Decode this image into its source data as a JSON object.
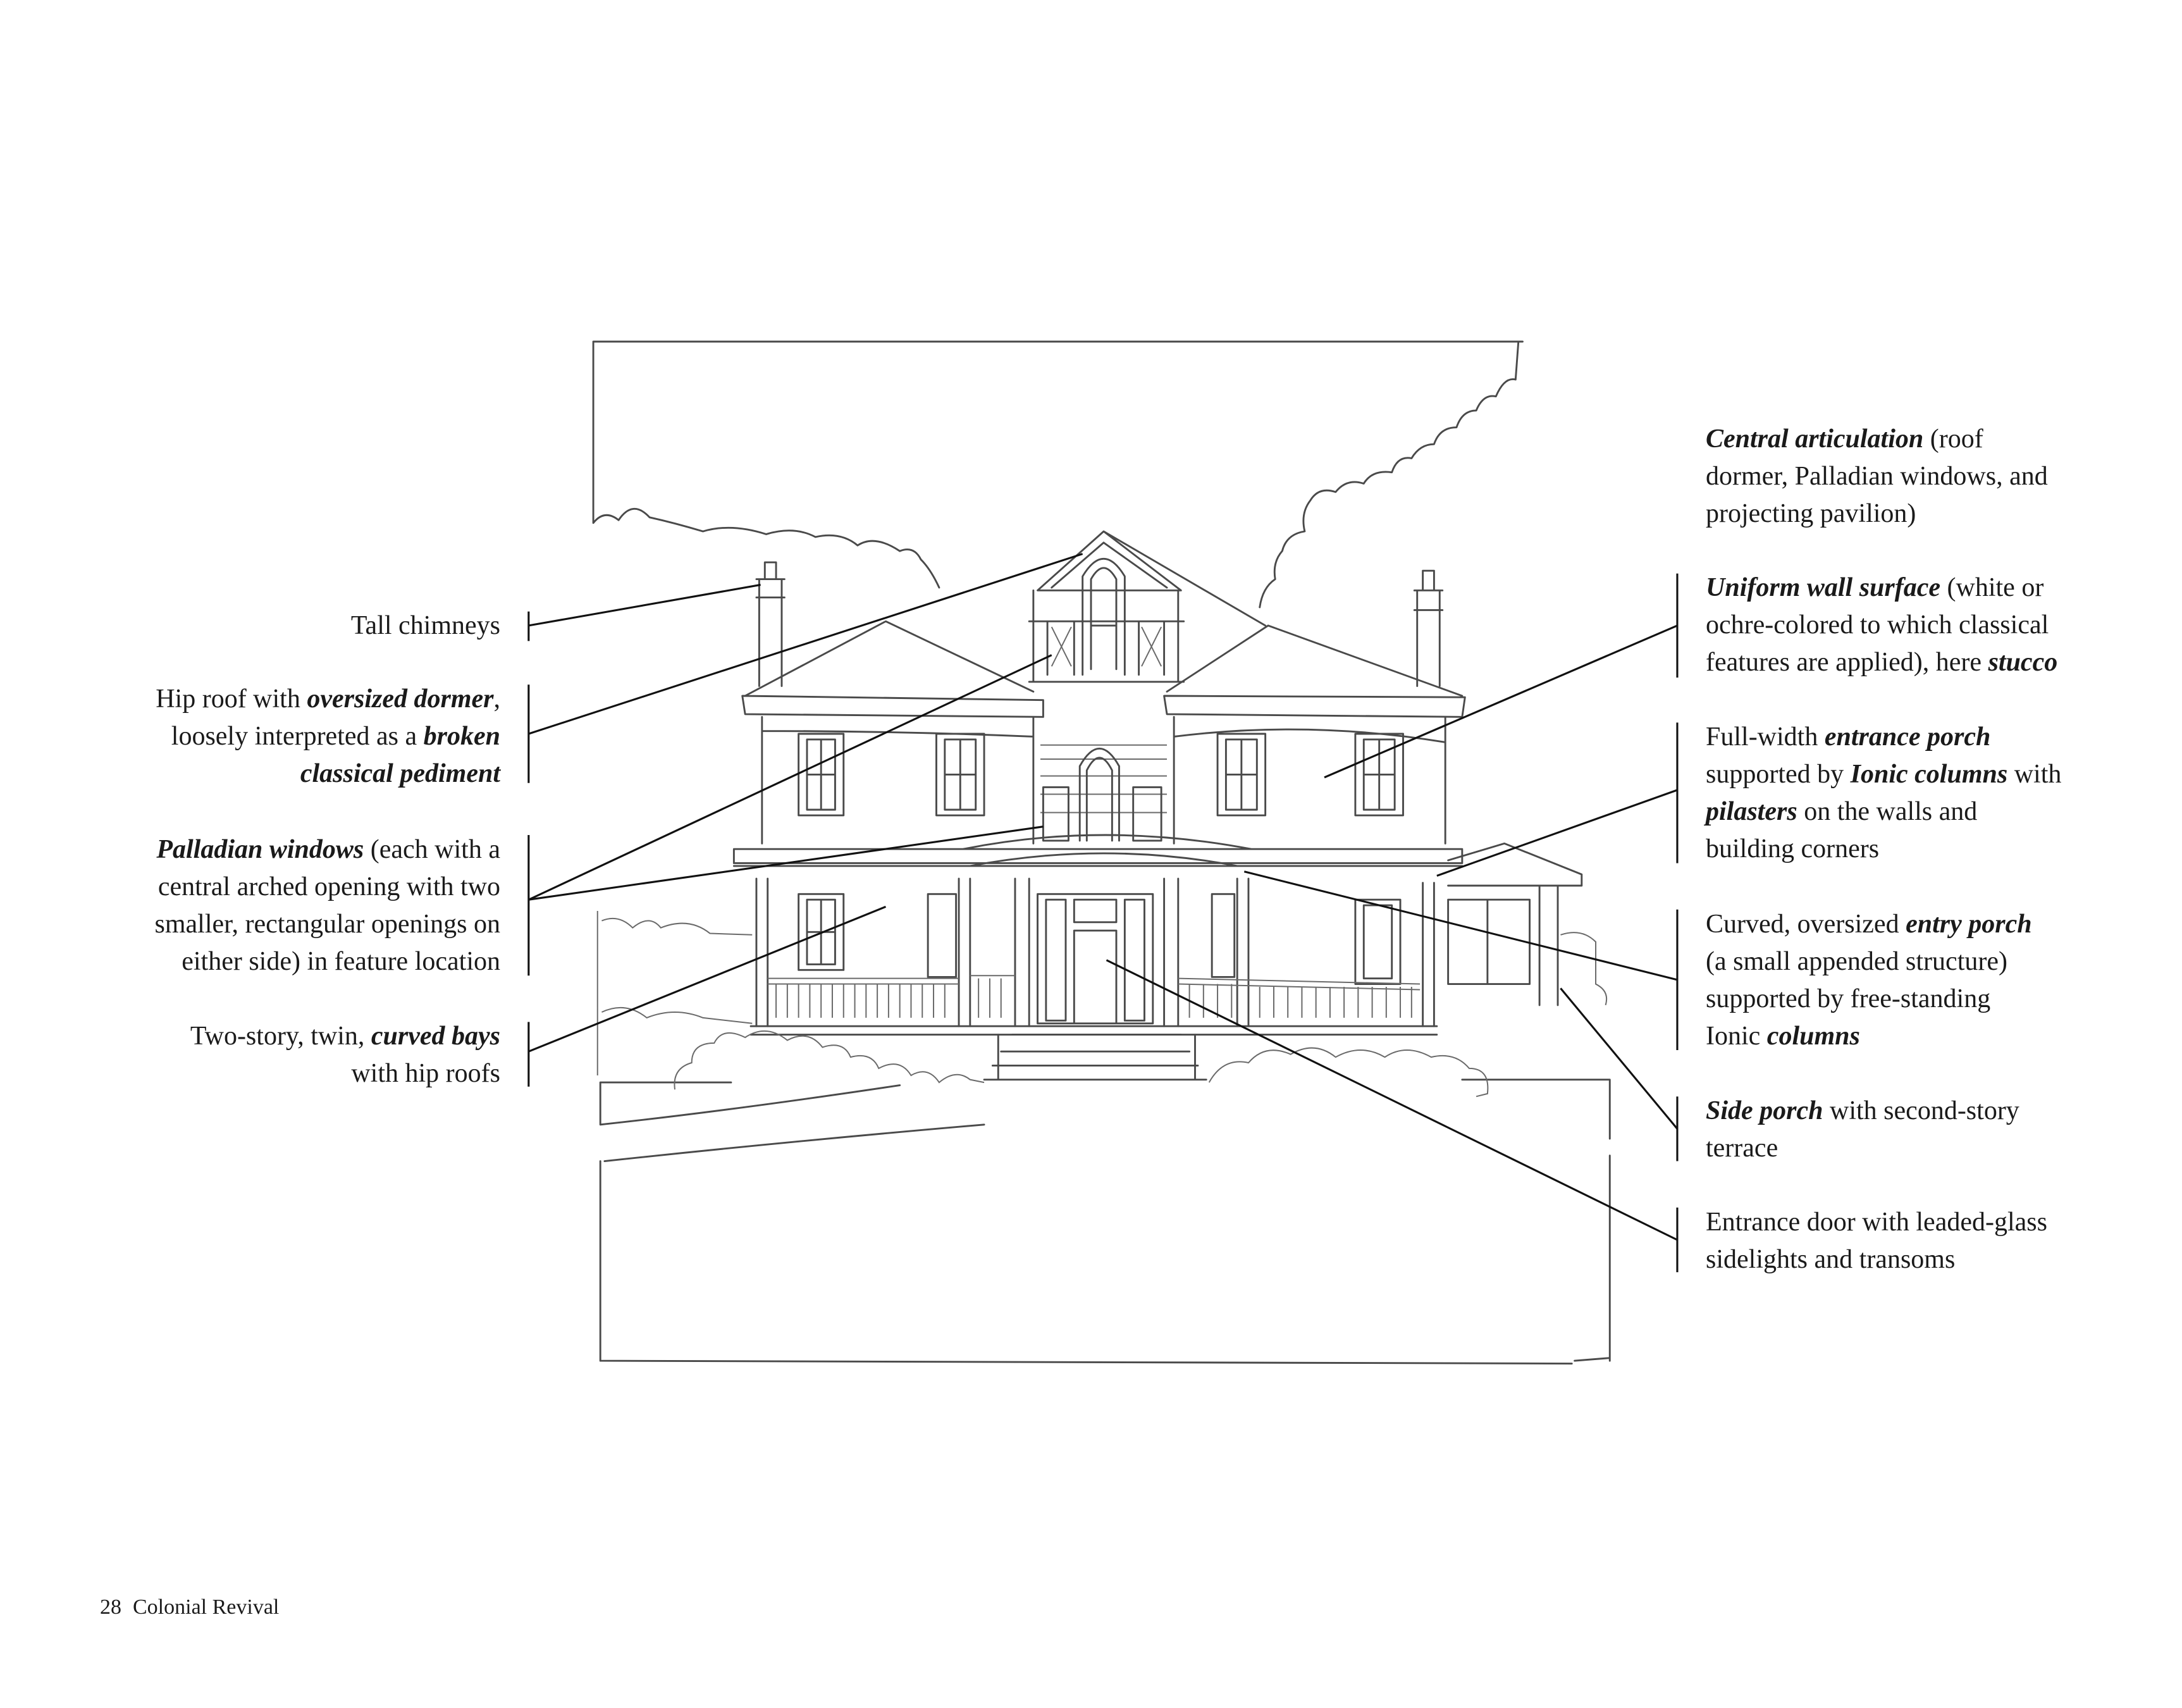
{
  "labels": {
    "left": [
      {
        "lines": [
          [
            {
              "text": "Tall chimneys"
            }
          ]
        ]
      },
      {
        "lines": [
          [
            {
              "text": "Hip roof with "
            },
            {
              "text": "oversized dormer",
              "em": true
            },
            {
              "text": ","
            }
          ],
          [
            {
              "text": "loosely interpreted as a "
            },
            {
              "text": "broken",
              "em": true
            }
          ],
          [
            {
              "text": "classical pediment",
              "em": true
            }
          ]
        ]
      },
      {
        "lines": [
          [
            {
              "text": "Palladian windows",
              "em": true
            },
            {
              "text": " (each with a"
            }
          ],
          [
            {
              "text": "central arched opening with two"
            }
          ],
          [
            {
              "text": "smaller, rectangular openings on"
            }
          ],
          [
            {
              "text": "either side) in feature location"
            }
          ]
        ]
      },
      {
        "lines": [
          [
            {
              "text": "Two-story, twin, "
            },
            {
              "text": "curved bays",
              "em": true
            }
          ],
          [
            {
              "text": "with hip roofs"
            }
          ]
        ]
      }
    ],
    "right": [
      {
        "lines": [
          [
            {
              "text": "Central articulation",
              "em": true
            },
            {
              "text": " (roof"
            }
          ],
          [
            {
              "text": "dormer, Palladian windows, and"
            }
          ],
          [
            {
              "text": "projecting pavilion)"
            }
          ]
        ]
      },
      {
        "lines": [
          [
            {
              "text": "Uniform wall surface",
              "em": true
            },
            {
              "text": " (white or"
            }
          ],
          [
            {
              "text": "ochre-colored to which classical"
            }
          ],
          [
            {
              "text": "features are applied), here "
            },
            {
              "text": "stucco",
              "em": true
            }
          ]
        ]
      },
      {
        "lines": [
          [
            {
              "text": "Full-width "
            },
            {
              "text": "entrance porch",
              "em": true
            }
          ],
          [
            {
              "text": "supported by "
            },
            {
              "text": "Ionic columns",
              "em": true
            },
            {
              "text": " with"
            }
          ],
          [
            {
              "text": "pilasters",
              "em": true
            },
            {
              "text": " on the walls and"
            }
          ],
          [
            {
              "text": "building corners"
            }
          ]
        ]
      },
      {
        "lines": [
          [
            {
              "text": "Curved, oversized "
            },
            {
              "text": "entry porch",
              "em": true
            }
          ],
          [
            {
              "text": "(a small appended structure)"
            }
          ],
          [
            {
              "text": "supported by free-standing"
            }
          ],
          [
            {
              "text": "Ionic "
            },
            {
              "text": "columns",
              "em": true
            }
          ]
        ]
      },
      {
        "lines": [
          [
            {
              "text": "Side porch",
              "em": true
            },
            {
              "text": " with second-story"
            }
          ],
          [
            {
              "text": "terrace"
            }
          ]
        ]
      },
      {
        "lines": [
          [
            {
              "text": "Entrance door with leaded-glass"
            }
          ],
          [
            {
              "text": "sidelights and transoms"
            }
          ]
        ]
      }
    ]
  },
  "footer": {
    "page_number": "28",
    "section": "Colonial Revival"
  }
}
